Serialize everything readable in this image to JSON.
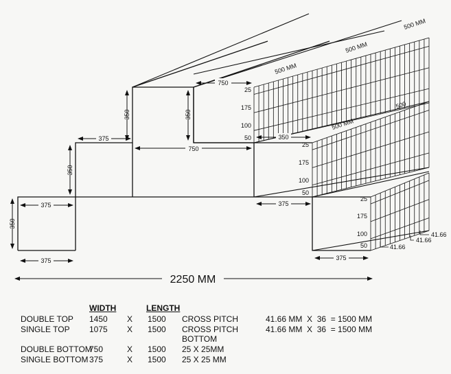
{
  "diagram": {
    "overall_dimension": "2250 MM",
    "front_labels": {
      "bottom_width": "375",
      "bottom_height": "350",
      "step1_width": "375",
      "step1_height": "350",
      "top_width": "750",
      "top_height": "350",
      "top_depth_width": "750"
    },
    "mid_widths": {
      "top_back": "350",
      "bottom_back": "375",
      "right_bottom": "375"
    },
    "module_lengths": [
      "500 MM",
      "500 MM",
      "500 MM",
      "500 MM",
      "500"
    ],
    "pitch_labels": {
      "top": [
        "25",
        "175",
        "100",
        "50"
      ],
      "middle": [
        "25",
        "175",
        "100",
        "50"
      ],
      "lower": [
        "25",
        "175",
        "100",
        "50"
      ]
    },
    "cross_pitch_labels": [
      "41.66",
      "41.66",
      "41.66"
    ]
  },
  "table": {
    "headers": [
      "WIDTH",
      "LENGTH"
    ],
    "rows": [
      {
        "name": "DOUBLE TOP",
        "width": "1450",
        "x": "X",
        "length": "1500",
        "desc": "CROSS PITCH",
        "formula": "41.66 MM  X  36  = 1500 MM"
      },
      {
        "name": "SINGLE TOP",
        "width": "1075",
        "x": "X",
        "length": "1500",
        "desc": "CROSS PITCH",
        "formula": "41.66 MM  X  36  = 1500 MM"
      },
      {
        "name": "",
        "width": "",
        "x": "",
        "length": "",
        "desc": "BOTTOM",
        "formula": ""
      },
      {
        "name": "DOUBLE BOTTOM",
        "width": "750",
        "x": "X",
        "length": "1500",
        "desc": "25 X 25MM",
        "formula": ""
      },
      {
        "name": "SINGLE BOTTOM",
        "width": "375",
        "x": "X",
        "length": "1500",
        "desc": "25 X 25 MM",
        "formula": ""
      }
    ]
  }
}
